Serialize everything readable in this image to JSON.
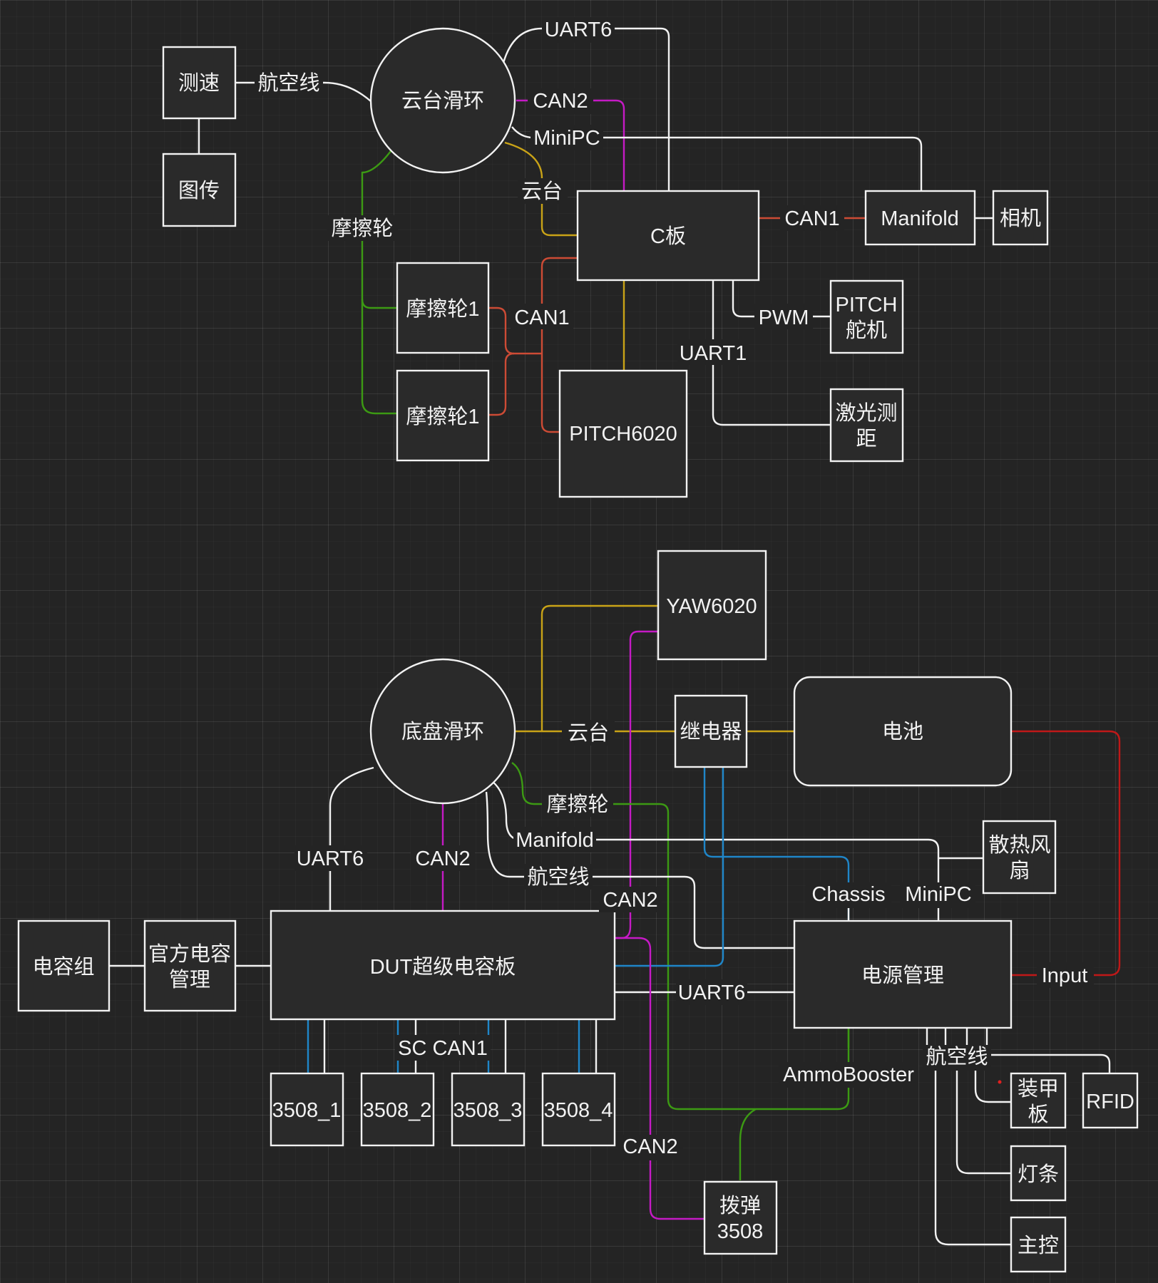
{
  "nodes": {
    "speed": "测速",
    "video_tx": "图传",
    "gimbal_slip_ring": "云台滑环",
    "c_board": "C板",
    "manifold": "Manifold",
    "camera": "相机",
    "friction_1a": "摩擦轮1",
    "friction_1b": "摩擦轮1",
    "pitch_servo": [
      "PITCH",
      "舵机"
    ],
    "laser_range": [
      "激光测",
      "距"
    ],
    "pitch6020": "PITCH6020",
    "yaw6020": "YAW6020",
    "chassis_slip_ring": "底盘滑环",
    "relay": "继电器",
    "battery": "电池",
    "cooling_fan": [
      "散热风",
      "扇"
    ],
    "capacitor_group": "电容组",
    "official_cap_mgmt": [
      "官方电容",
      "管理"
    ],
    "dut_supercap": "DUT超级电容板",
    "power_mgmt": "电源管理",
    "m3508_1": "3508_1",
    "m3508_2": "3508_2",
    "m3508_3": "3508_3",
    "m3508_4": "3508_4",
    "armor": [
      "装甲",
      "板"
    ],
    "rfid": "RFID",
    "light_bar": "灯条",
    "main_ctrl": "主控",
    "loader_3508": [
      "拨弹",
      "3508"
    ]
  },
  "labels": {
    "aviation_wire_top": "航空线",
    "uart6_top": "UART6",
    "can2_top": "CAN2",
    "minipc_top": "MiniPC",
    "gimbal_top": "云台",
    "friction_top": "摩擦轮",
    "can1_c_board": "CAN1",
    "can1_friction": "CAN1",
    "pwm": "PWM",
    "uart1": "UART1",
    "gimbal_bottom": "云台",
    "friction_bottom": "摩擦轮",
    "manifold_wire": "Manifold",
    "aviation_wire_mid": "航空线",
    "uart6_bottom": "UART6",
    "can2_slip": "CAN2",
    "can2_yaw": "CAN2",
    "chassis": "Chassis",
    "minipc_bottom": "MiniPC",
    "uart6_power": "UART6",
    "input": "Input",
    "sc_can1": "SC CAN1",
    "ammobooster": "AmmoBooster",
    "aviation_wire_bottom": "航空线",
    "can2_loader": "CAN2"
  },
  "colors": {
    "background": "#242424",
    "white_wire": "#f2f2f2",
    "can2_magenta": "#c51ac5",
    "gimbal_yellow": "#c9a317",
    "friction_green": "#3c9a13",
    "can1_red": "#cd4b35",
    "chassis_blue": "#1f86c9",
    "power_red": "#c01818"
  }
}
